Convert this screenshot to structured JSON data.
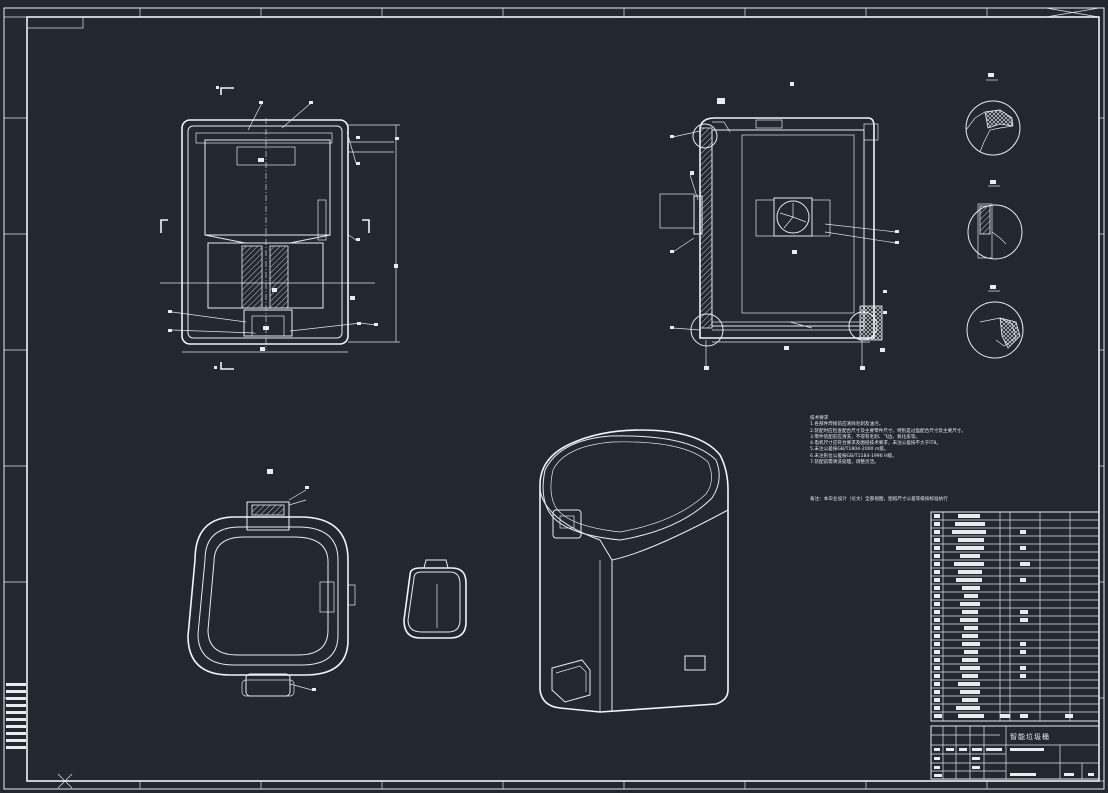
{
  "tech_requirements": {
    "heading": "技术要求",
    "items": [
      "1.各部件焊接前应清除毛刺及油污。",
      "2.装配时应检查配合尺寸及主要零件尺寸，特别是过盈配合尺寸及主要尺寸。",
      "3.零件装配前应清洗，不得有毛刺、飞边、氧化皮等。",
      "4.电机尺寸应符合要求及图纸技术要求，未注公差按不大于IT8。",
      "5.未注公差按GB/T1804-2000 m级。",
      "6.未注形位公差按GB/T1184-1996 H级。",
      "7.装配前需清洗处理，调整灵活。"
    ]
  },
  "remark": "备注：本毕业设计（论文）全部视图，图纸尺寸公差等级按标准执行",
  "title_block": {
    "title": "智能垃圾桶"
  },
  "colors": {
    "background": "#212830",
    "lines": "#e8ecef"
  }
}
